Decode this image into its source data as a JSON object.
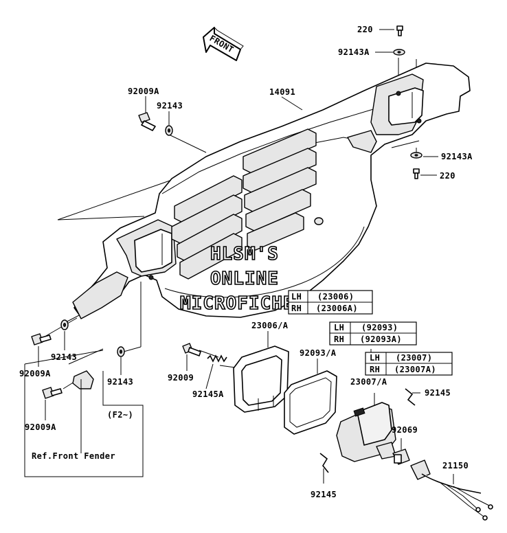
{
  "direction_arrow": {
    "text": "FRONT"
  },
  "parts": {
    "p220_top": "220",
    "p92143a_top": "92143A",
    "p14091": "14091",
    "p92009a_top": "92009A",
    "p92143_top": "92143",
    "p92143a_right": "92143A",
    "p220_right": "220",
    "p23006a": "23006/A",
    "p92093a": "92093/A",
    "p23007a": "23007/A",
    "p92145_right": "92145",
    "p92069": "92069",
    "p21150": "21150",
    "p92145_bottom": "92145",
    "p92009": "92009",
    "p92145a": "92145A",
    "p92143_left": "92143",
    "p92009a_left": "92009A",
    "p92143_mid": "92143",
    "p92009a_bottom": "92009A",
    "f2_note": "(F2~)",
    "ref_front_fender": "Ref.Front Fender"
  },
  "tables": {
    "t23006": {
      "rows": [
        {
          "side": "LH",
          "num": "(23006)"
        },
        {
          "side": "RH",
          "num": "(23006A)"
        }
      ]
    },
    "t92093": {
      "rows": [
        {
          "side": "LH",
          "num": "(92093)"
        },
        {
          "side": "RH",
          "num": "(92093A)"
        }
      ]
    },
    "t23007": {
      "rows": [
        {
          "side": "LH",
          "num": "(23007)"
        },
        {
          "side": "RH",
          "num": "(23007A)"
        }
      ]
    }
  },
  "watermark": {
    "line1": "HLSM'S",
    "line2": "ONLINE",
    "line3": "MICROFICHE"
  }
}
